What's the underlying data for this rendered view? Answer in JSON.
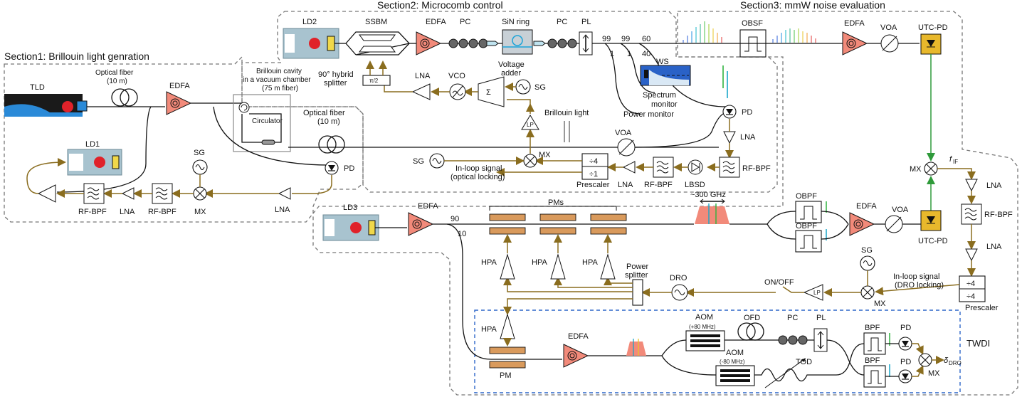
{
  "sections": {
    "s1": "Section1: Brillouin light genration",
    "s2": "Section2: Microcomb control",
    "s3": "Section3: mmW noise evaluation",
    "twdi": "TWDI"
  },
  "s1": {
    "tld": "TLD",
    "fiber_title": "Optical  fiber",
    "fiber_len": "(10 m)",
    "edfa": "EDFA",
    "cavity1": "Brillouin cavity",
    "cavity2": "in a vacuum chamber",
    "cavity3": "(75 m fiber)",
    "circulator": "Circulator",
    "ld1": "LD1",
    "sg": "SG",
    "pd": "PD",
    "rfbpf1": "RF-BPF",
    "lna1": "LNA",
    "rfbpf2": "RF-BPF",
    "mx": "MX",
    "lna2": "LNA"
  },
  "s2": {
    "ld2": "LD2",
    "ssbm": "SSBM",
    "edfa": "EDFA",
    "pc1": "PC",
    "sin": "SiN ring",
    "pc2": "PC",
    "pl": "PL",
    "s99a": "99",
    "s99b": "99",
    "s60": "60",
    "s1a": "1",
    "s1b": "1",
    "s40": "40",
    "ws": "WS",
    "spec1": "Spectrum",
    "spec2": "monitor",
    "power": "Power monitor",
    "hybrid1": "90° hybrid",
    "hybrid2": "splitter",
    "pi2": "π/2",
    "lna_top": "LNA",
    "vco": "VCO",
    "vadd1": "Voltage",
    "vadd2": "adder",
    "sigma": "Σ",
    "sg": "SG",
    "brillouin": "Brillouin light",
    "fiber_title": "Optical fiber",
    "fiber_len": "(10 m)",
    "voa": "VOA",
    "mx": "MX",
    "pd": "PD",
    "lna_pd": "LNA",
    "rfbpf_r": "RF-BPF",
    "sg2": "SG",
    "inloop1": "In-loop signal",
    "inloop2": "(optical locking)",
    "div4": "÷4",
    "div1": "÷1",
    "prescaler": "Prescaler",
    "lna_b": "LNA",
    "rfbpf_b": "RF-BPF",
    "lbsd": "LBSD"
  },
  "s3": {
    "obsf": "OBSF",
    "edfa": "EDFA",
    "voa": "VOA",
    "utc1": "UTC-PD",
    "mx": "MX",
    "fif": "f",
    "fif_sub": "IF",
    "lna1": "LNA",
    "rfbpf": "RF-BPF",
    "lna2": "LNA",
    "utc2": "UTC-PD",
    "ld3": "LD3",
    "edfa3": "EDFA",
    "s90": "90",
    "s10": "10",
    "pms": "PMs",
    "ghz": "~300 GHz",
    "obpf1": "OBPF",
    "obpf2": "OBPF",
    "edfa4": "EDFA",
    "voa2": "VOA",
    "hpa1": "HPA",
    "hpa2": "HPA",
    "hpa3": "HPA",
    "psplit1": "Power",
    "psplit2": "splitter",
    "dro": "DRO",
    "onoff": "ON/OFF",
    "sg": "SG",
    "mx2": "MX",
    "inloop1": "In-loop signal",
    "inloop2": "(DRO locking)",
    "div4a": "÷4",
    "div4b": "÷4",
    "prescaler": "Prescaler"
  },
  "twdi": {
    "hpa": "HPA",
    "pm": "PM",
    "edfa": "EDFA",
    "aom1": "AOM",
    "aom1f": "(+80 MHz)",
    "aom2": "AOM",
    "aom2f": "(-80 MHz)",
    "ofd": "OFD",
    "pc": "PC",
    "pl": "PL",
    "tod": "TOD",
    "bpf1": "BPF",
    "bpf2": "BPF",
    "pd1": "PD",
    "pd2": "PD",
    "mx": "MX",
    "delta": "δ",
    "delta_sub": "DRO"
  },
  "colors": {
    "fiber": "#111111",
    "rf": "#8a6d1f",
    "green": "#2f9a3a",
    "blue_dash": "#2d66c9",
    "amp_red": "#f28a7a",
    "laser_box": "#a8c3cf",
    "pm": "#d99a5c",
    "utc": "#e8b82c"
  }
}
